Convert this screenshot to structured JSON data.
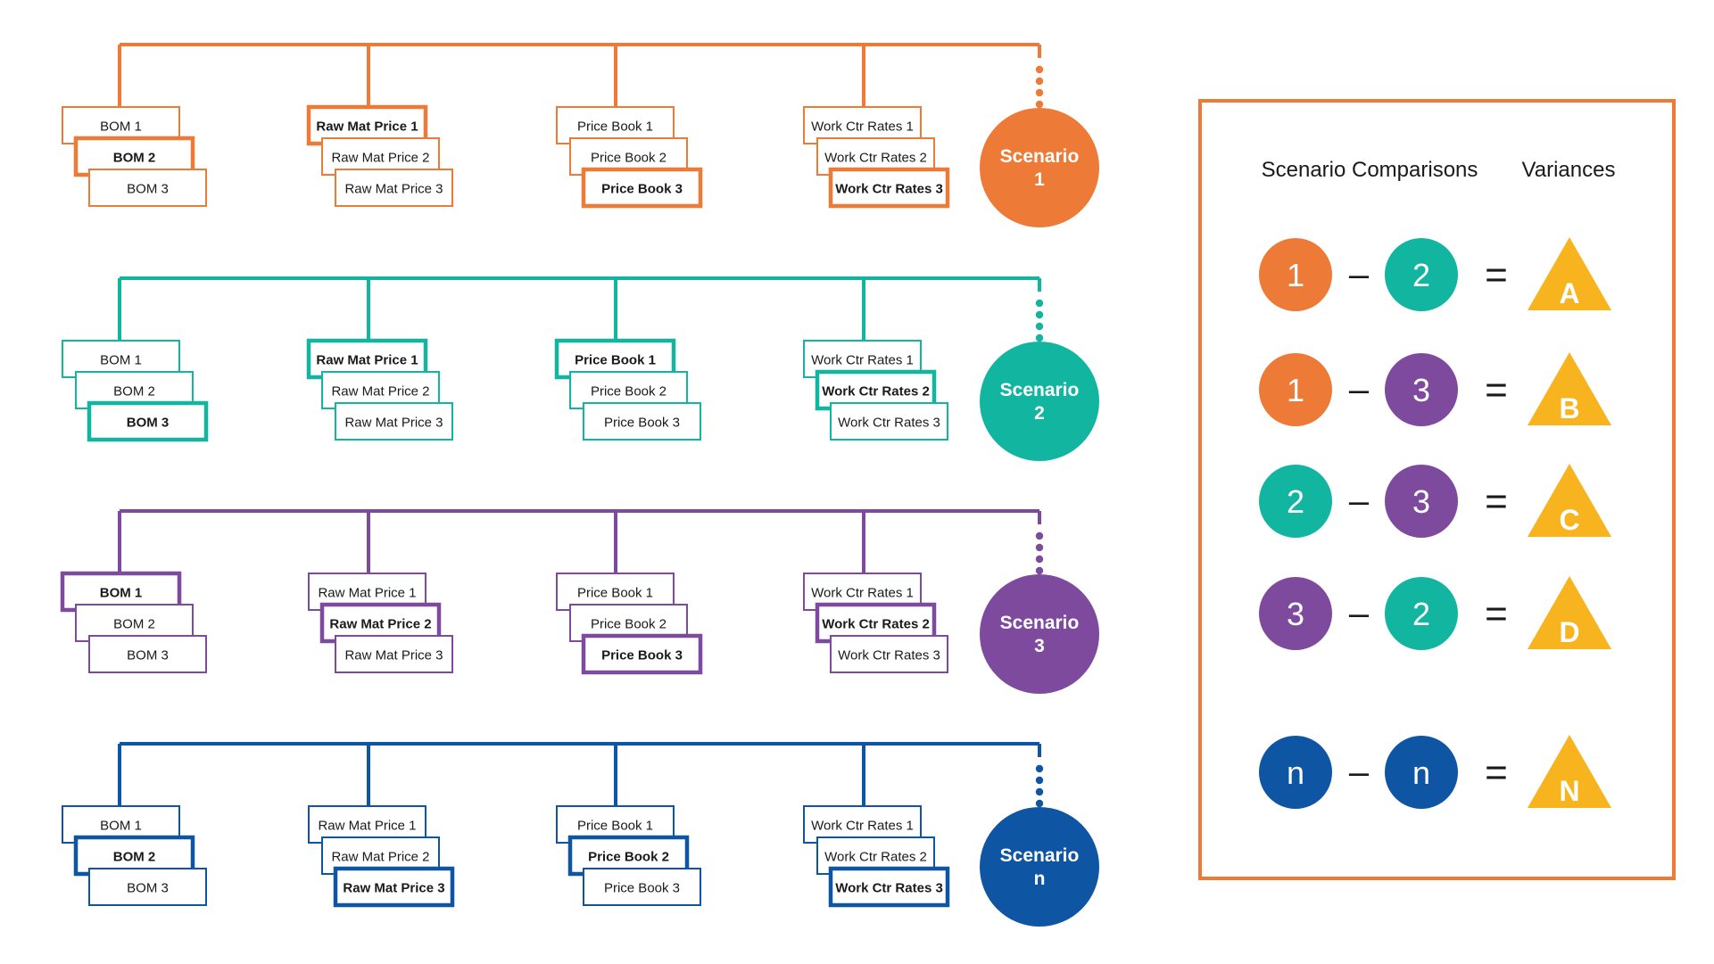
{
  "colors": {
    "scenario_1": "#ED7A36",
    "scenario_2": "#12B5A0",
    "scenario_3": "#7E4A9E",
    "scenario_n": "#0E55A3",
    "variance": "#F8B41E",
    "panel_border": "#ED7A36",
    "text": "#1A1A1A"
  },
  "scenarios": [
    {
      "id": "1",
      "color_key": "scenario_1",
      "label_line1": "Scenario",
      "label_line2": "1",
      "groups": [
        {
          "items": [
            "BOM 1",
            "BOM 2",
            "BOM 3"
          ],
          "selected": 1
        },
        {
          "items": [
            "Raw Mat Price 1",
            "Raw Mat Price 2",
            "Raw Mat Price 3"
          ],
          "selected": 0
        },
        {
          "items": [
            "Price Book 1",
            "Price Book 2",
            "Price Book 3"
          ],
          "selected": 2
        },
        {
          "items": [
            "Work Ctr Rates 1",
            "Work Ctr Rates 2",
            "Work Ctr Rates 3"
          ],
          "selected": 2
        }
      ]
    },
    {
      "id": "2",
      "color_key": "scenario_2",
      "label_line1": "Scenario",
      "label_line2": "2",
      "groups": [
        {
          "items": [
            "BOM 1",
            "BOM 2",
            "BOM 3"
          ],
          "selected": 2
        },
        {
          "items": [
            "Raw Mat Price 1",
            "Raw Mat Price 2",
            "Raw Mat Price 3"
          ],
          "selected": 0
        },
        {
          "items": [
            "Price Book 1",
            "Price Book 2",
            "Price Book 3"
          ],
          "selected": 0
        },
        {
          "items": [
            "Work Ctr Rates 1",
            "Work Ctr Rates 2",
            "Work Ctr Rates 3"
          ],
          "selected": 1
        }
      ]
    },
    {
      "id": "3",
      "color_key": "scenario_3",
      "label_line1": "Scenario",
      "label_line2": "3",
      "groups": [
        {
          "items": [
            "BOM 1",
            "BOM 2",
            "BOM 3"
          ],
          "selected": 0
        },
        {
          "items": [
            "Raw Mat Price 1",
            "Raw Mat Price 2",
            "Raw Mat Price 3"
          ],
          "selected": 1
        },
        {
          "items": [
            "Price Book 1",
            "Price Book 2",
            "Price Book 3"
          ],
          "selected": 2
        },
        {
          "items": [
            "Work Ctr Rates 1",
            "Work Ctr Rates 2",
            "Work Ctr Rates 3"
          ],
          "selected": 1
        }
      ]
    },
    {
      "id": "n",
      "color_key": "scenario_n",
      "label_line1": "Scenario",
      "label_line2": "n",
      "groups": [
        {
          "items": [
            "BOM 1",
            "BOM 2",
            "BOM 3"
          ],
          "selected": 1
        },
        {
          "items": [
            "Raw Mat Price 1",
            "Raw Mat Price 2",
            "Raw Mat Price 3"
          ],
          "selected": 2
        },
        {
          "items": [
            "Price Book 1",
            "Price Book 2",
            "Price Book 3"
          ],
          "selected": 1
        },
        {
          "items": [
            "Work Ctr Rates 1",
            "Work Ctr Rates 2",
            "Work Ctr Rates 3"
          ],
          "selected": 2
        }
      ]
    }
  ],
  "panel": {
    "heading_comparisons": "Scenario Comparisons",
    "heading_variances": "Variances",
    "minus_symbol": "–",
    "equals_symbol": "=",
    "rows": [
      {
        "left": "1",
        "left_color": "scenario_1",
        "right": "2",
        "right_color": "scenario_2",
        "result": "A"
      },
      {
        "left": "1",
        "left_color": "scenario_1",
        "right": "3",
        "right_color": "scenario_3",
        "result": "B"
      },
      {
        "left": "2",
        "left_color": "scenario_2",
        "right": "3",
        "right_color": "scenario_3",
        "result": "C"
      },
      {
        "left": "3",
        "left_color": "scenario_3",
        "right": "2",
        "right_color": "scenario_2",
        "result": "D"
      },
      {
        "left": "n",
        "left_color": "scenario_n",
        "right": "n",
        "right_color": "scenario_n",
        "result": "N"
      }
    ]
  }
}
